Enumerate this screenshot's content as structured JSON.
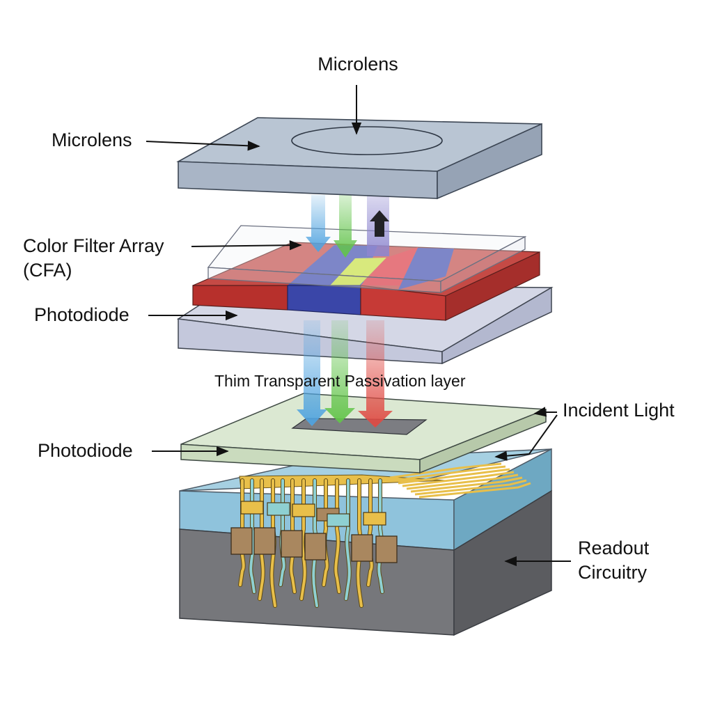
{
  "labels": {
    "microlens_top": "Microlens",
    "microlens_left": "Microlens",
    "cfa_line1": "Color Filter Array",
    "cfa_line2": "(CFA)",
    "photodiode_upper": "Photodiode",
    "passivation": "Thim Transparent Passivation layer",
    "incident_light": "Incident Light",
    "photodiode_lower": "Photodiode",
    "readout_line1": "Readout",
    "readout_line2": "Circuitry"
  },
  "colors": {
    "microlens_top": "#b9c5d3",
    "microlens_front": "#aab6c6",
    "cfa_red": "#c63a36",
    "cfa_blue": "#3a46a8",
    "cfa_yellow": "#c9e23a",
    "photodiode_plate": "#c9cde0",
    "passivation_plate": "#d6e5cc",
    "substrate_blue": "#8fc3dc",
    "substrate_gray": "#6f7074",
    "wire_gold": "#e8bf4a",
    "wire_teal": "#8ed0d2",
    "chip_brown": "#a9875f",
    "beam_blue": "#4fa3e0",
    "beam_green": "#62c44a",
    "beam_red": "#e04a43",
    "beam_violet": "#8d86cf"
  }
}
